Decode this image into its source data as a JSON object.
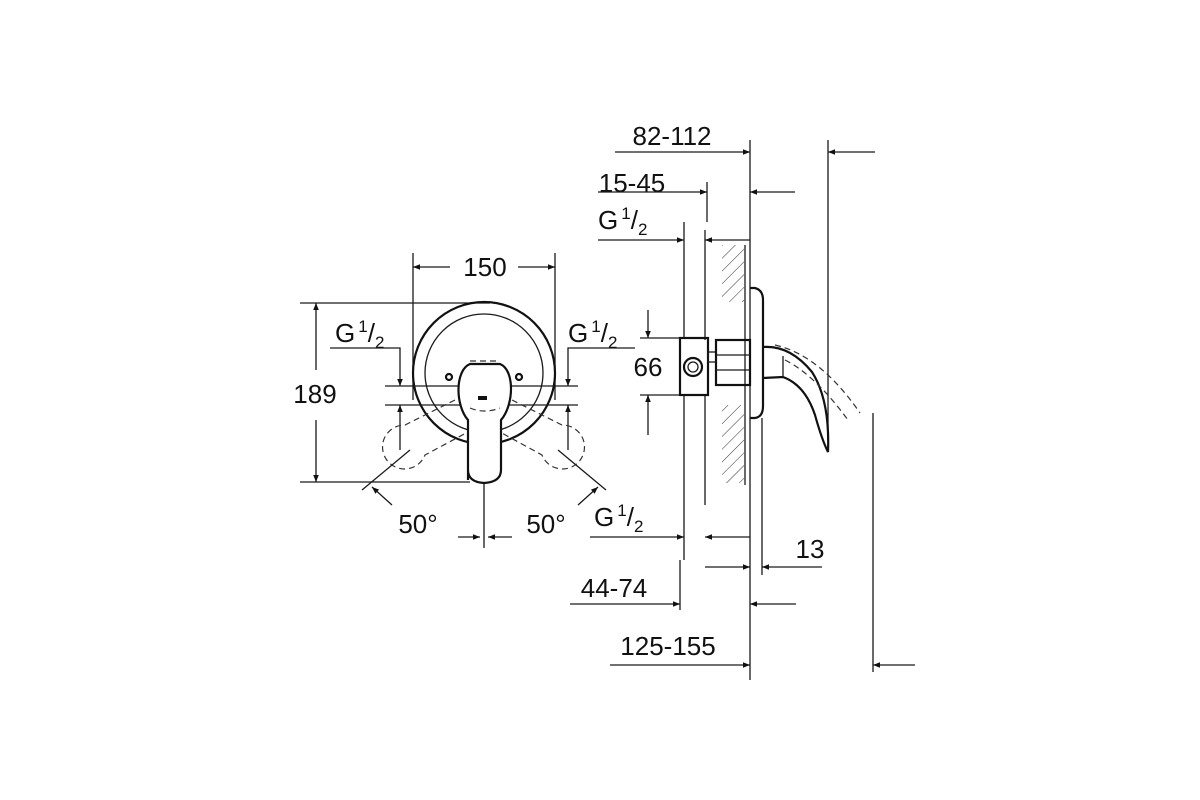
{
  "front_view": {
    "width_dim": "150",
    "height_dim": "189",
    "angle_left": "50°",
    "angle_right": "50°",
    "thread_left": {
      "g": "G",
      "num": "1",
      "slash": "/",
      "den": "2"
    },
    "thread_right": {
      "g": "G",
      "num": "1",
      "slash": "/",
      "den": "2"
    }
  },
  "side_view": {
    "dim_total_handle": "82-112",
    "dim_wall_depth": "15-45",
    "thread_top": {
      "g": "G",
      "num": "1",
      "slash": "/",
      "den": "2"
    },
    "dim_body": "66",
    "thread_bottom": {
      "g": "G",
      "num": "1",
      "slash": "/",
      "den": "2"
    },
    "dim_plate": "13",
    "dim_install": "44-74",
    "dim_overall": "125-155"
  }
}
